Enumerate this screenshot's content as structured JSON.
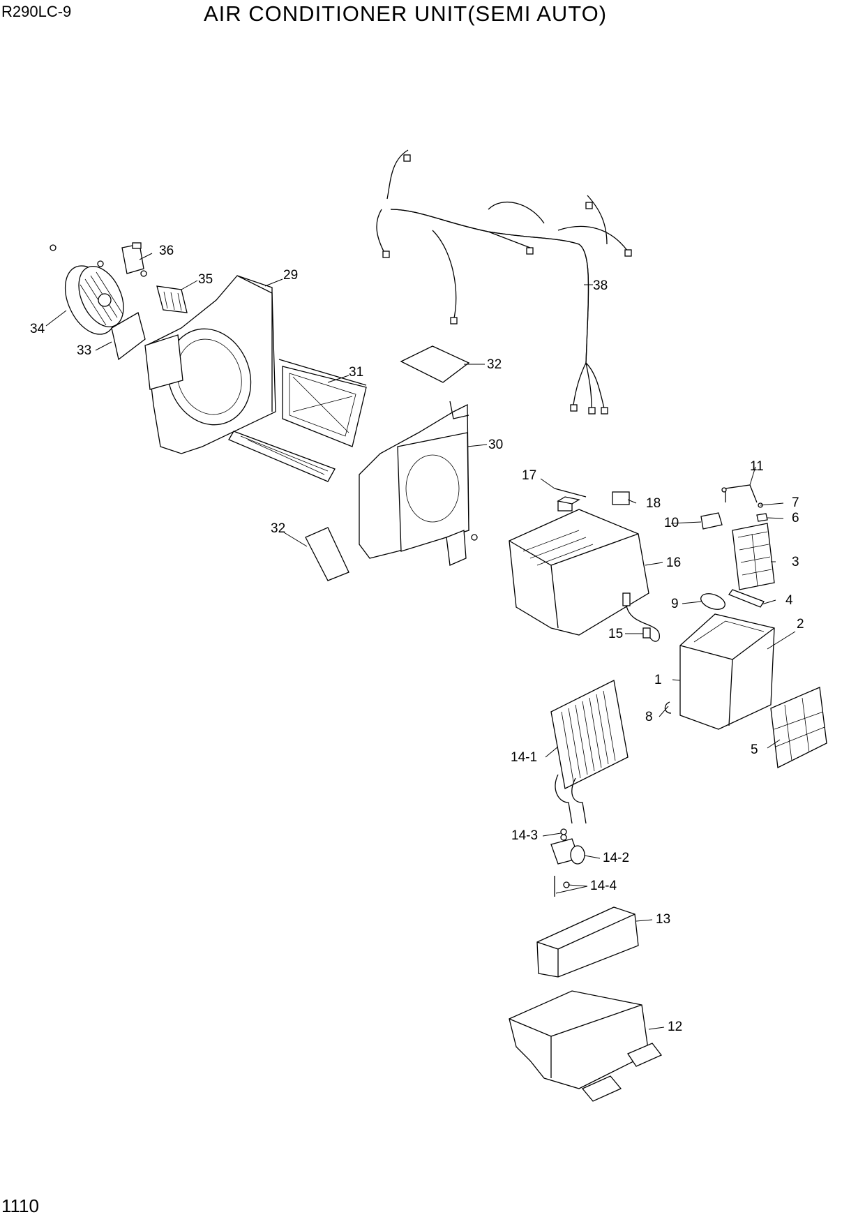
{
  "header": {
    "model": "R290LC-9",
    "title": "AIR CONDITIONER UNIT(SEMI AUTO)"
  },
  "footer": {
    "page_number": "1110"
  },
  "callouts": [
    {
      "id": "c1",
      "label": "1"
    },
    {
      "id": "c2",
      "label": "2"
    },
    {
      "id": "c3",
      "label": "3"
    },
    {
      "id": "c4",
      "label": "4"
    },
    {
      "id": "c5",
      "label": "5"
    },
    {
      "id": "c6",
      "label": "6"
    },
    {
      "id": "c7",
      "label": "7"
    },
    {
      "id": "c8",
      "label": "8"
    },
    {
      "id": "c9",
      "label": "9"
    },
    {
      "id": "c10",
      "label": "10"
    },
    {
      "id": "c11",
      "label": "11"
    },
    {
      "id": "c12",
      "label": "12"
    },
    {
      "id": "c13",
      "label": "13"
    },
    {
      "id": "c14-1",
      "label": "14-1"
    },
    {
      "id": "c14-2",
      "label": "14-2"
    },
    {
      "id": "c14-3",
      "label": "14-3"
    },
    {
      "id": "c14-4",
      "label": "14-4"
    },
    {
      "id": "c15",
      "label": "15"
    },
    {
      "id": "c16",
      "label": "16"
    },
    {
      "id": "c17",
      "label": "17"
    },
    {
      "id": "c18",
      "label": "18"
    },
    {
      "id": "c29",
      "label": "29"
    },
    {
      "id": "c30",
      "label": "30"
    },
    {
      "id": "c31",
      "label": "31"
    },
    {
      "id": "c32a",
      "label": "32"
    },
    {
      "id": "c32b",
      "label": "32"
    },
    {
      "id": "c33",
      "label": "33"
    },
    {
      "id": "c34",
      "label": "34"
    },
    {
      "id": "c35",
      "label": "35"
    },
    {
      "id": "c36",
      "label": "36"
    },
    {
      "id": "c38",
      "label": "38"
    }
  ]
}
